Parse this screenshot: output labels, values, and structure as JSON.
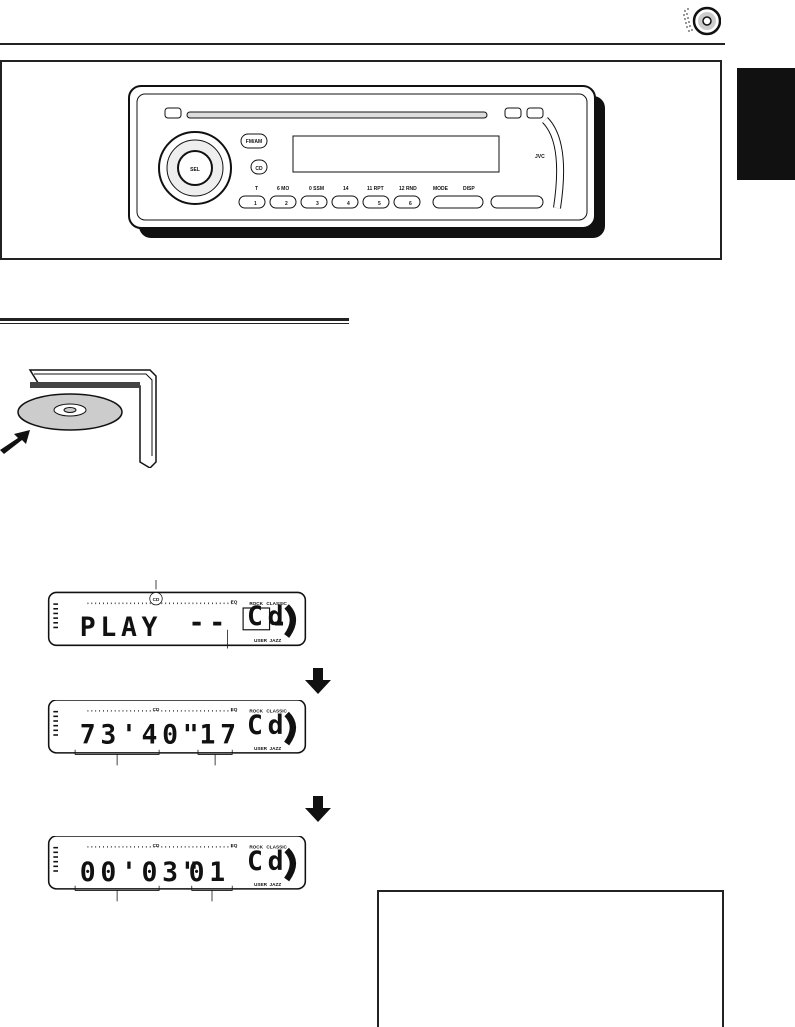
{
  "header": {
    "icon": "cd-disc-icon"
  },
  "unit": {
    "brand": "JVC",
    "fm_am_label": "FM/AM",
    "cd_label": "CD",
    "sel_label": "SEL",
    "mode_label": "MODE",
    "disp_label": "DISP",
    "eq_label": "EQ",
    "preset_buttons": [
      "1",
      "2",
      "3",
      "4",
      "5",
      "6"
    ],
    "function_labels": [
      "T",
      "6 MO",
      "0 SSM",
      "14",
      "11 RPT",
      "12 RND"
    ]
  },
  "displays": [
    {
      "main": "PLAY",
      "right": "-- --",
      "source": "Cd",
      "cd_indicator": "CD",
      "eq_modes": [
        "ROCK",
        "CLASSIC",
        "USER",
        "JAZZ"
      ]
    },
    {
      "main": "73'40\"",
      "right": "17",
      "source": "Cd",
      "cd_indicator": "CD",
      "eq_modes": [
        "ROCK",
        "CLASSIC",
        "USER",
        "JAZZ"
      ]
    },
    {
      "main": "00'03\"",
      "right": "01",
      "source": "Cd",
      "cd_indicator": "CD",
      "eq_modes": [
        "ROCK",
        "CLASSIC",
        "USER",
        "JAZZ"
      ]
    }
  ]
}
